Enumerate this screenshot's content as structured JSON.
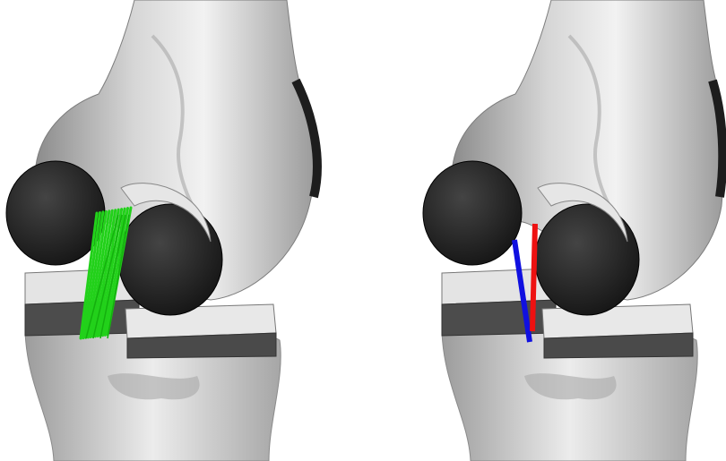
{
  "panels": [
    {
      "id": "left",
      "ligament_style": "fiber-bundle",
      "fiber_count": 12,
      "colors": {
        "fibers": "#22d11a"
      }
    },
    {
      "id": "right",
      "ligament_style": "two-line",
      "colors": {
        "line_a": "#1010e0",
        "line_b": "#ee1111"
      }
    }
  ],
  "colors": {
    "background": "#ffffff",
    "bone": "#b8b8b8",
    "bone_highlight": "#eeeeee",
    "cartilage": "#2b2b2b",
    "insert_light": "#e2e2e2",
    "insert_dark": "#4a4a4a"
  }
}
